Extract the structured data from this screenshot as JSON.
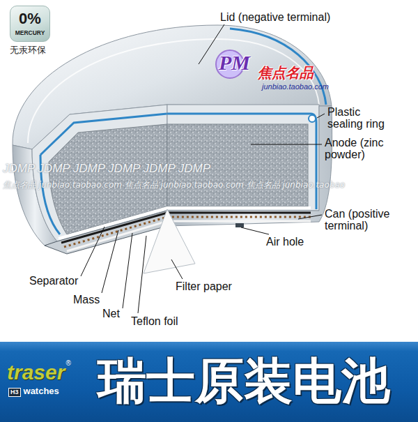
{
  "diagram": {
    "nodes": [
      {
        "text": [
          "0%",
          "MERCURY"
        ]
      },
      {
        "text": [
          "traser",
          "®",
          "H3",
          "watches",
          "瑞士原装电池"
        ]
      }
    ],
    "labels": [
      "无汞环保",
      "Lid (negative terminal)",
      "PM",
      "焦点名品",
      "junbiao.taobao.com",
      "Plastic sealing ring",
      "Anode (zinc powder)",
      "JDMP JDMP JDMP JDMP JDMP JDMP",
      "焦点名品 junbiao.taobao.com 焦点名品 junbiao.taobao.com 焦点名品 junbiao.taobao",
      "Can (positive terminal)",
      "Air hole",
      "Separator",
      "Mass",
      "Net",
      "Teflon foil",
      "Filter paper"
    ]
  }
}
